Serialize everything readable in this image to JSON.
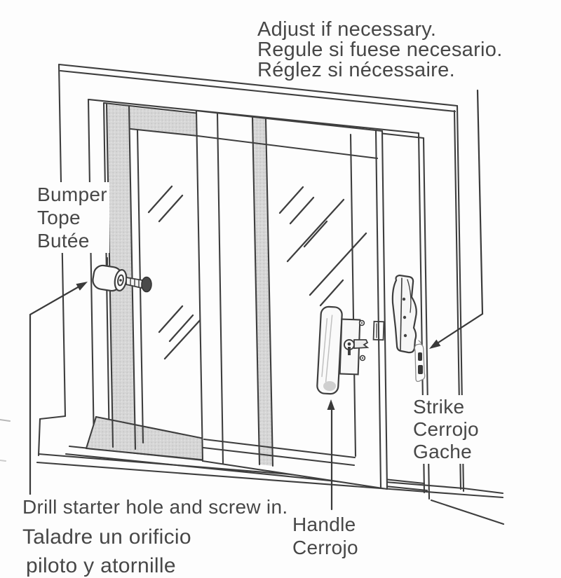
{
  "labels": {
    "adjust": {
      "l1": "Adjust if necessary.",
      "l2": "Regule si fuese necesario.",
      "l3": "Réglez si nécessaire."
    },
    "bumper": {
      "l1": "Bumper",
      "l2": "Tope",
      "l3": "Butée"
    },
    "strike": {
      "l1": "Strike",
      "l2": "Cerrojo",
      "l3": "Gache"
    },
    "drill": {
      "l1": "Drill starter hole and screw in.",
      "l2": "Taladre un orificio",
      "l3": "piloto y atornille"
    },
    "handle": {
      "l1": "Handle",
      "l2": "Cerrojo"
    }
  },
  "colors": {
    "paper": "#fdfdfd",
    "line": "#3e3e3e",
    "shade": "#d6d6d6",
    "text": "#474747"
  }
}
